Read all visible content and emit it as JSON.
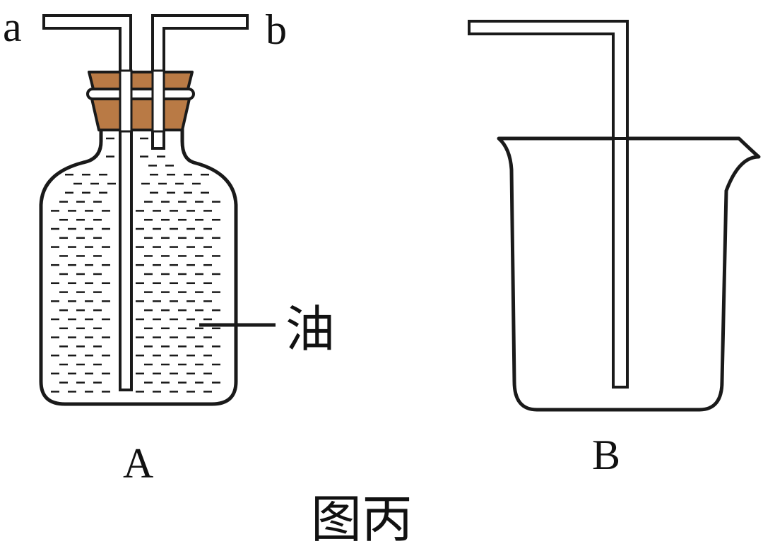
{
  "labels": {
    "inlet_a": "a",
    "inlet_b": "b",
    "oil": "油",
    "apparatus_a": "A",
    "apparatus_b": "B",
    "caption": "图丙"
  },
  "colors": {
    "line": "#1a1a1a",
    "stopper": "#b97a45",
    "glass": "#ffffff"
  }
}
